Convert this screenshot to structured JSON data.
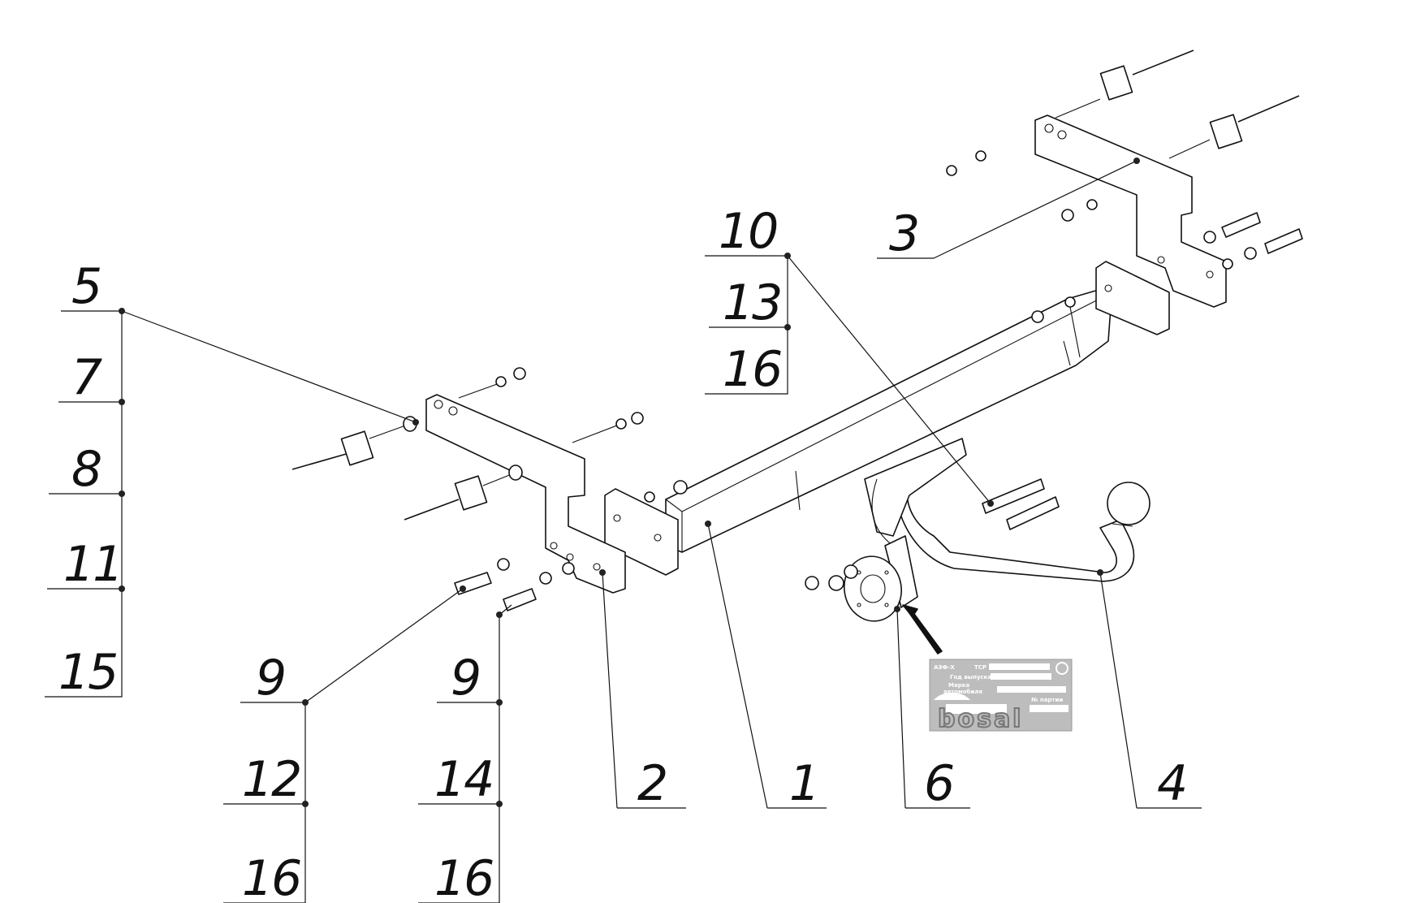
{
  "diagram": {
    "callouts": {
      "c1": "1",
      "c2": "2",
      "c3": "3",
      "c4": "4",
      "c5": "5",
      "c6": "6",
      "left_stack": [
        "5",
        "7",
        "8",
        "11",
        "15"
      ],
      "top_stack": [
        "10",
        "13",
        "16"
      ],
      "stack_a": [
        "9",
        "12",
        "16"
      ],
      "stack_b": [
        "9",
        "14",
        "16"
      ]
    },
    "plate": {
      "lines": [
        "АЭФ-Х",
        "ТСР",
        "Год выпуска",
        "Марка",
        "автомобиля",
        "№ партии"
      ],
      "brand": "bosal"
    },
    "colors": {
      "line": "#111111",
      "plate": "#bdbdbd"
    }
  }
}
